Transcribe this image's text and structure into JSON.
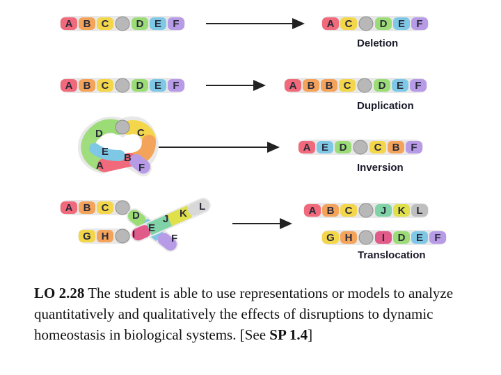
{
  "colors": {
    "A": "#f06a7c",
    "B": "#f4a35a",
    "C": "#f3d64a",
    "D": "#9bdc77",
    "E": "#7ec8e6",
    "F": "#b79be6",
    "G": "#f3d64a",
    "H": "#f4a35a",
    "I": "#e05a8a",
    "J": "#7fd3a6",
    "K": "#e0e04a",
    "L": "#bfbfbf",
    "centromere": "#b8b8b8",
    "arrow": "#222222"
  },
  "mutations": [
    {
      "name": "Deletion",
      "before": [
        [
          "A",
          "B",
          "C",
          "*",
          "D",
          "E",
          "F"
        ]
      ],
      "after": [
        [
          "A",
          "C",
          "*",
          "D",
          "E",
          "F"
        ]
      ]
    },
    {
      "name": "Duplication",
      "before": [
        [
          "A",
          "B",
          "C",
          "*",
          "D",
          "E",
          "F"
        ]
      ],
      "after": [
        [
          "A",
          "B",
          "B",
          "C",
          "*",
          "D",
          "E",
          "F"
        ]
      ]
    },
    {
      "name": "Inversion",
      "before": [
        [
          "D",
          "*",
          "C",
          "E",
          "B",
          "A",
          "F"
        ]
      ],
      "after": [
        [
          "A",
          "E",
          "D",
          "*",
          "C",
          "B",
          "F"
        ]
      ]
    },
    {
      "name": "Translocation",
      "before": [
        [
          "A",
          "B",
          "C",
          "*",
          "D",
          "E",
          "F"
        ],
        [
          "G",
          "H",
          "*",
          "I",
          "J",
          "K",
          "L"
        ]
      ],
      "after": [
        [
          "A",
          "B",
          "C",
          "*",
          "J",
          "K",
          "L"
        ],
        [
          "G",
          "H",
          "*",
          "I",
          "D",
          "E",
          "F"
        ]
      ]
    }
  ],
  "objective": {
    "label": "LO 2.28",
    "text": " The student is able to use representations or models to analyze quantitatively and qualitatively the effects of disruptions to dynamic homeostasis in biological systems. [See ",
    "ref": "SP 1.4",
    "close": "]"
  }
}
